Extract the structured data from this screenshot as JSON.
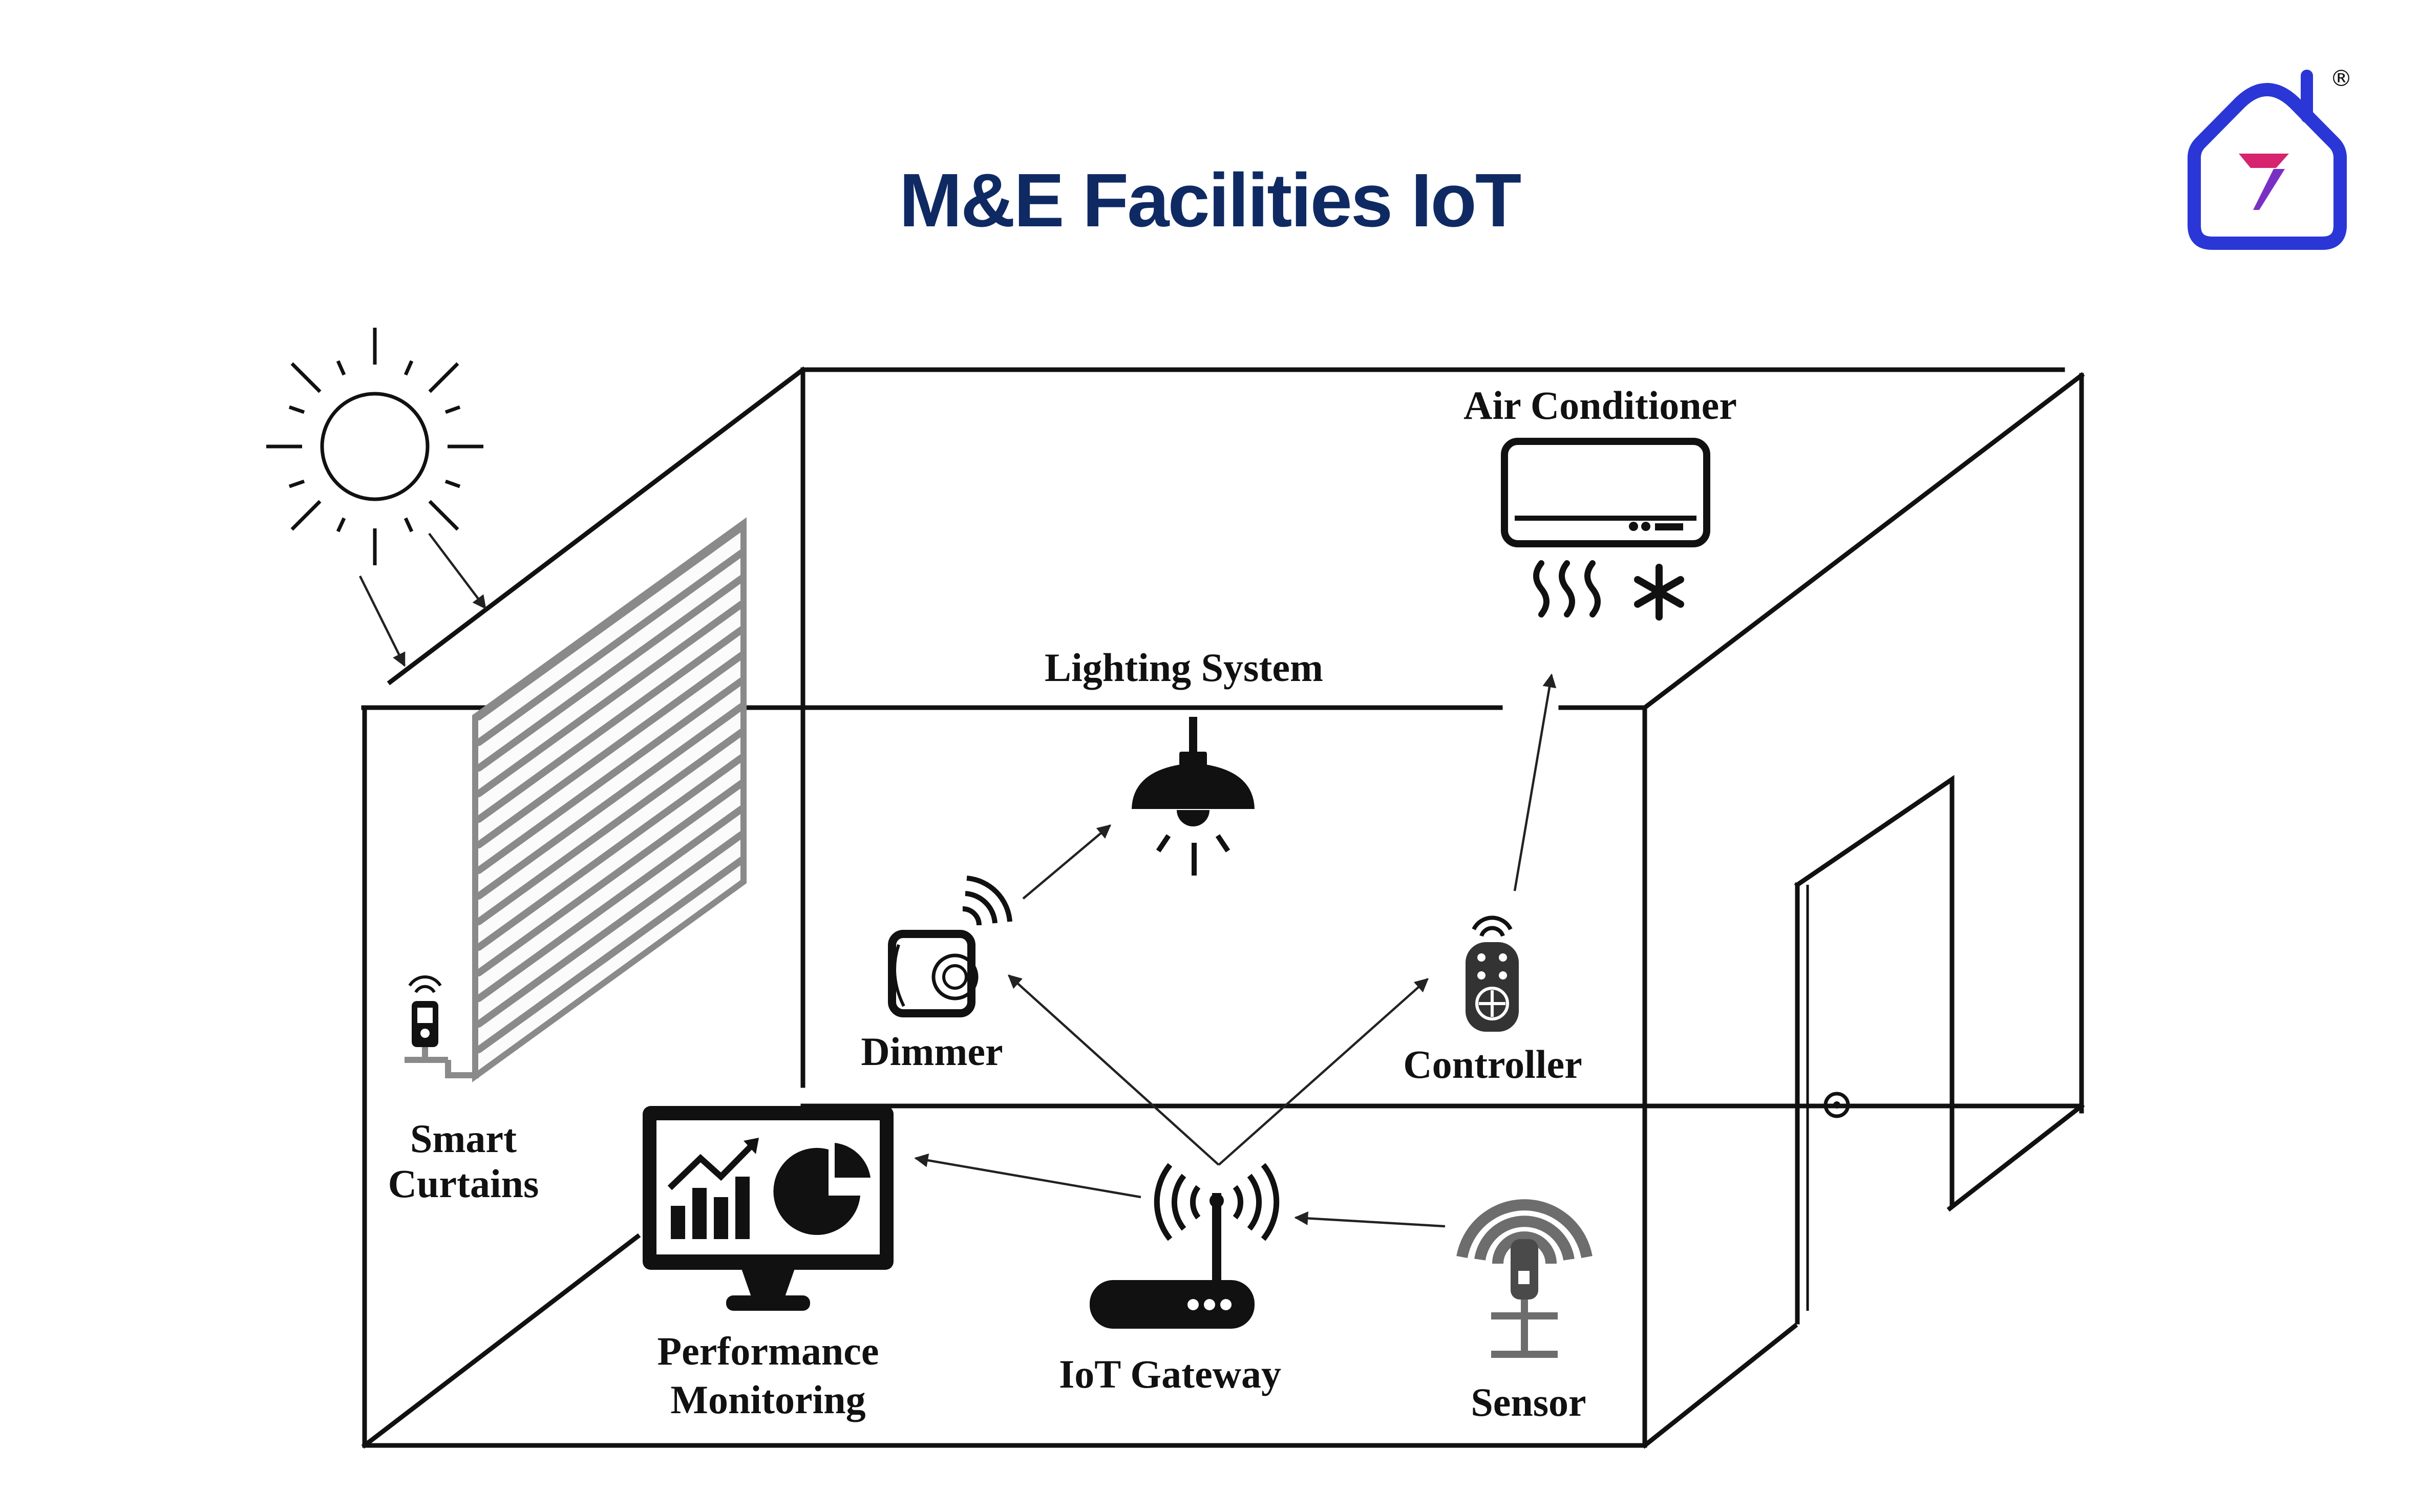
{
  "title": "M&E Facilities IoT",
  "brand": {
    "mark": "®",
    "house_color": "#2a37d6",
    "logo_colors": [
      "#d6246e",
      "#7a2fc4"
    ]
  },
  "colors": {
    "title": "#0f2a63",
    "ink": "#111111",
    "curtain": "#8a8a8a"
  },
  "labels": {
    "air_conditioner": "Air Conditioner",
    "lighting_system": "Lighting System",
    "dimmer": "Dimmer",
    "controller": "Controller",
    "smart_curtains_1": "Smart",
    "smart_curtains_2": "Curtains",
    "performance_1": "Performance",
    "performance_2": "Monitoring",
    "iot_gateway": "IoT Gateway",
    "sensor": "Sensor"
  }
}
